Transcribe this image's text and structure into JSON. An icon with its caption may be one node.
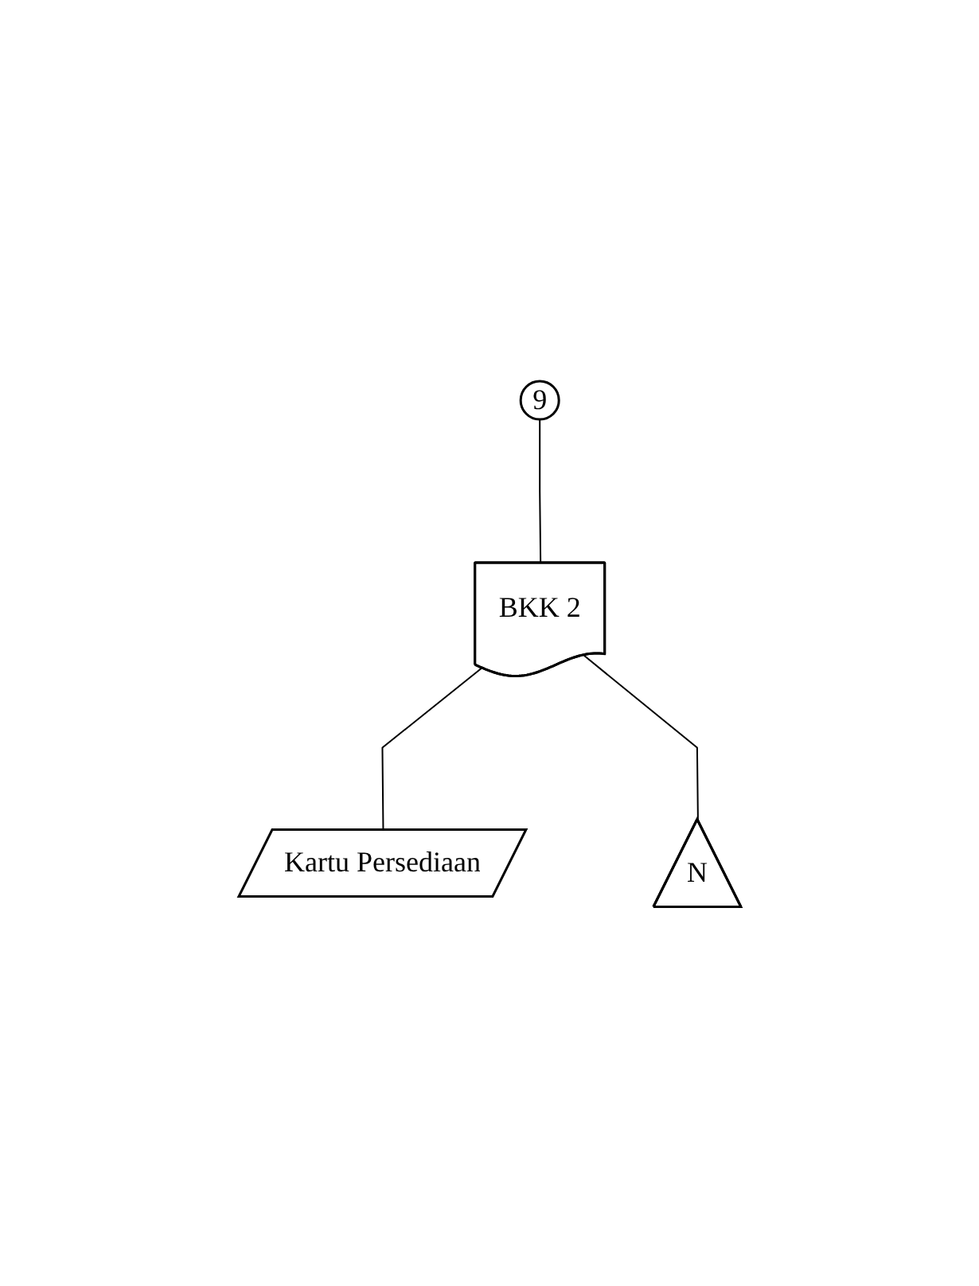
{
  "diagram": {
    "nodes": [
      {
        "text": [
          "9"
        ]
      },
      {
        "text": [
          "BKK 2"
        ]
      },
      {
        "text": [
          "Kartu Persediaan"
        ]
      },
      {
        "text": [
          "N"
        ]
      }
    ],
    "edges": [
      {
        "from": 0,
        "to": 1,
        "arrow": "none"
      },
      {
        "from": 1,
        "to": 2,
        "arrow": "none"
      },
      {
        "from": 1,
        "to": 3,
        "arrow": "none"
      }
    ]
  }
}
